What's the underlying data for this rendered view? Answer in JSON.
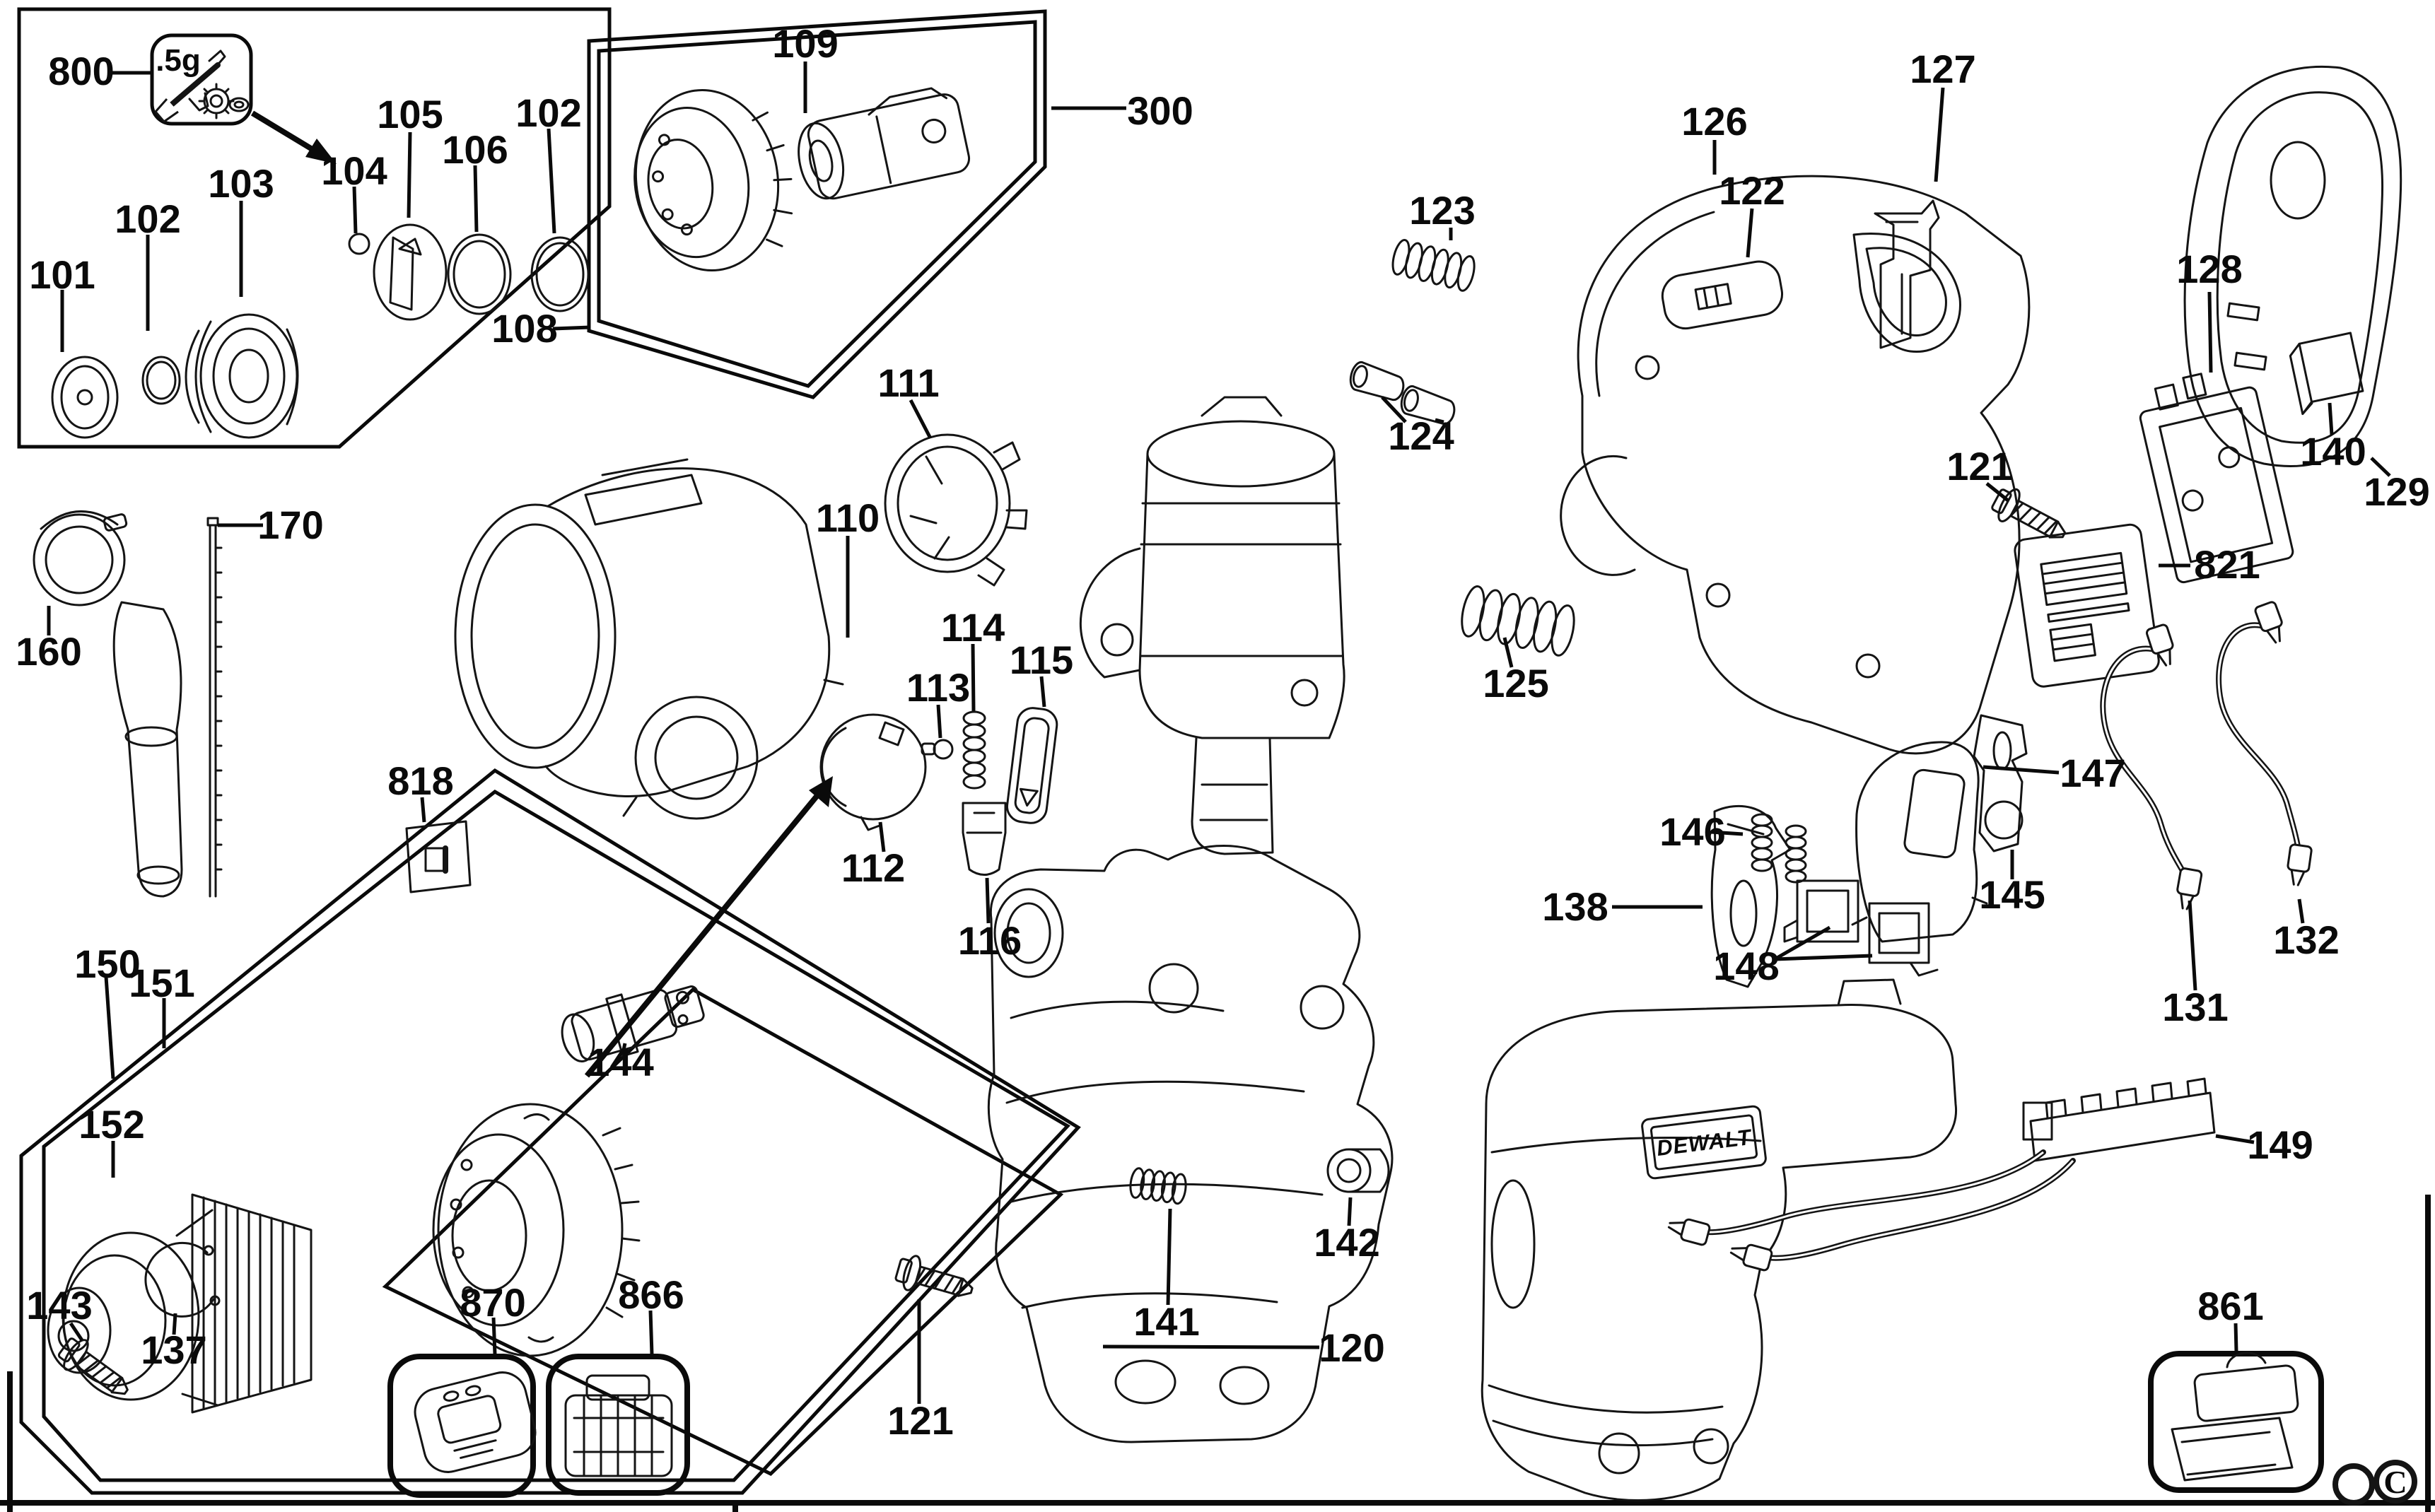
{
  "diagram": {
    "kind": "exploded-parts-diagram",
    "colors": {
      "ink": "#0a0a0a",
      "paper": "#ffffff"
    },
    "misc": {
      "grease": ".5g",
      "brand": "DEWALT",
      "copyright": "C"
    },
    "labels": {
      "l800": "800",
      "l101": "101",
      "l102a": "102",
      "l103": "103",
      "l104": "104",
      "l105": "105",
      "l106": "106",
      "l102b": "102",
      "l108": "108",
      "l109": "109",
      "l300": "300",
      "l110": "110",
      "l111": "111",
      "l818": "818",
      "l112": "112",
      "l113": "113",
      "l114": "114",
      "l115": "115",
      "l116": "116",
      "l170": "170",
      "l160": "160",
      "l150": "150",
      "l151": "151",
      "l152": "152",
      "l143": "143",
      "l137": "137",
      "l144": "144",
      "l122": "122",
      "l123": "123",
      "l124": "124",
      "l126": "126",
      "l127": "127",
      "l128": "128",
      "l140": "140",
      "l129": "129",
      "l121a": "121",
      "l821": "821",
      "l125": "125",
      "l138": "138",
      "l147": "147",
      "l146": "146",
      "l145": "145",
      "l148": "148",
      "l131": "131",
      "l132": "132",
      "l149": "149",
      "l120": "120",
      "l121b": "121",
      "l141": "141",
      "l142": "142",
      "l870": "870",
      "l866": "866",
      "l861": "861"
    }
  }
}
